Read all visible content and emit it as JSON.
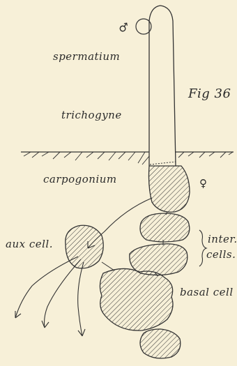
{
  "figure": {
    "number_label": "Fig 36",
    "labels": {
      "spermatium": "spermatium",
      "trichogyne": "trichogyne",
      "carpogonium": "carpogonium",
      "aux_cell": "aux cell.",
      "inter": "inter.",
      "cells": "cells.",
      "basal_cell": "basal cell"
    },
    "symbols": {
      "male": "♂",
      "female": "♀"
    }
  }
}
